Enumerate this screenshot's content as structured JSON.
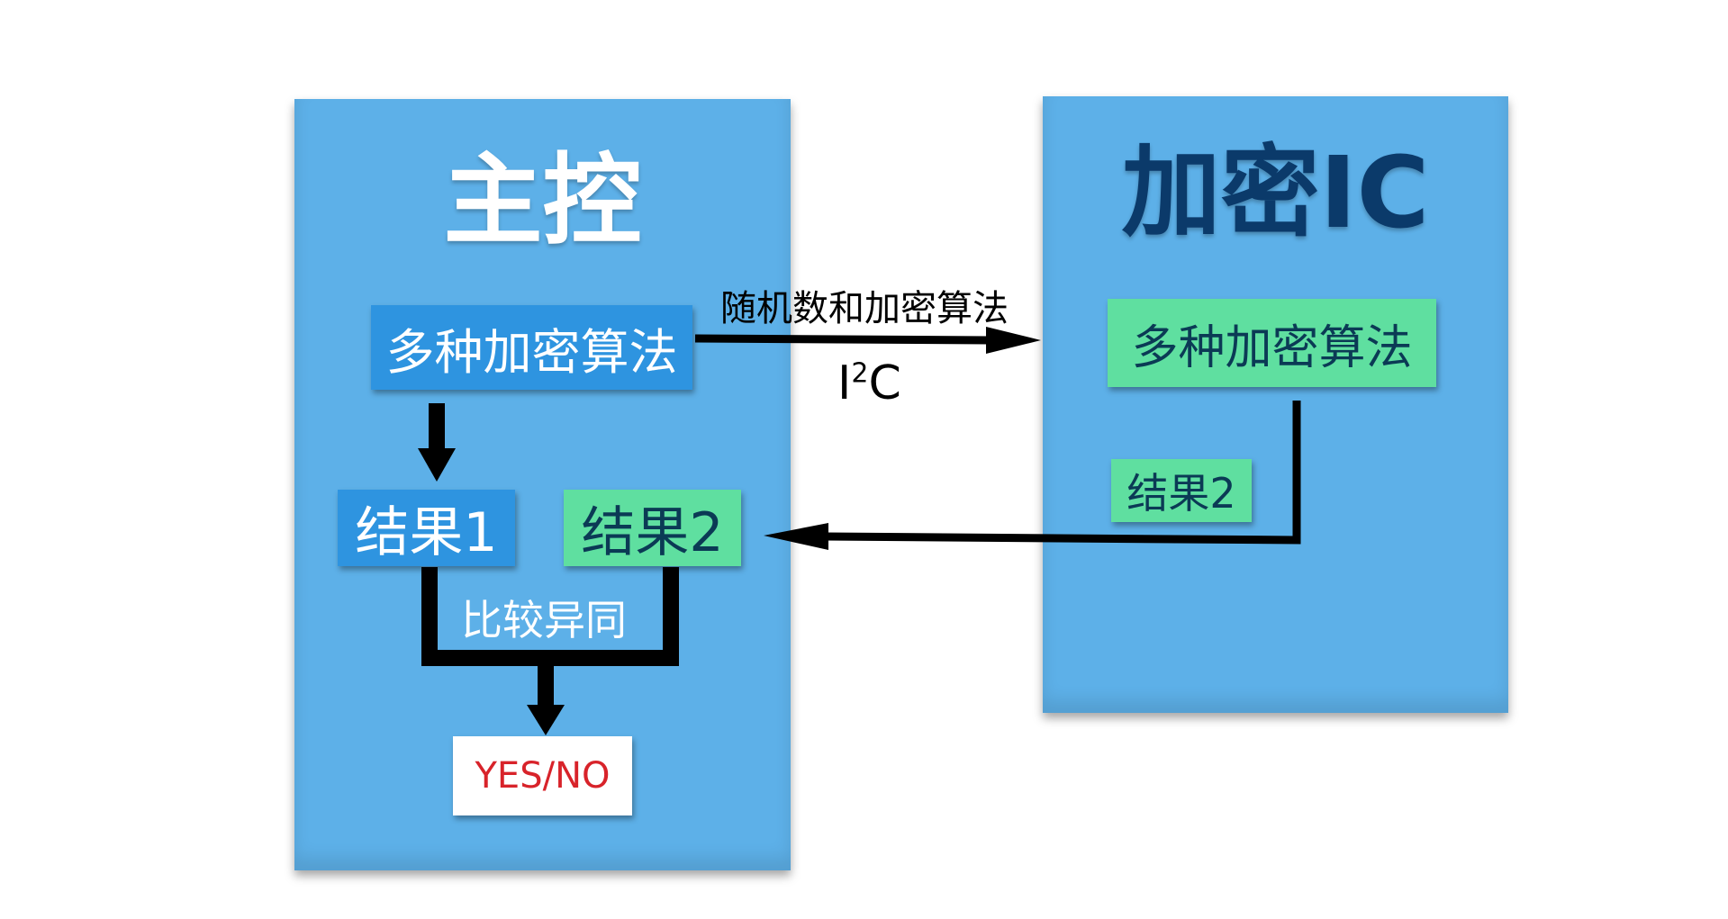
{
  "host": {
    "title": "主控",
    "algo_box": "多种加密算法",
    "result1": "结果1",
    "result2": "结果2",
    "compare": "比较异同",
    "verdict": "YES/NO"
  },
  "crypto_ic": {
    "title": "加密IC",
    "algo_box": "多种加密算法",
    "result2": "结果2"
  },
  "link": {
    "top_label": "随机数和加密算法",
    "bus_base": "I",
    "bus_sup": "2",
    "bus_tail": "C"
  },
  "colors": {
    "panel": "#5db0e8",
    "blue_box": "#2e94e0",
    "green_box": "#5fdfa0",
    "verdict_text": "#d8232a",
    "ic_title": "#0b3a6a"
  }
}
